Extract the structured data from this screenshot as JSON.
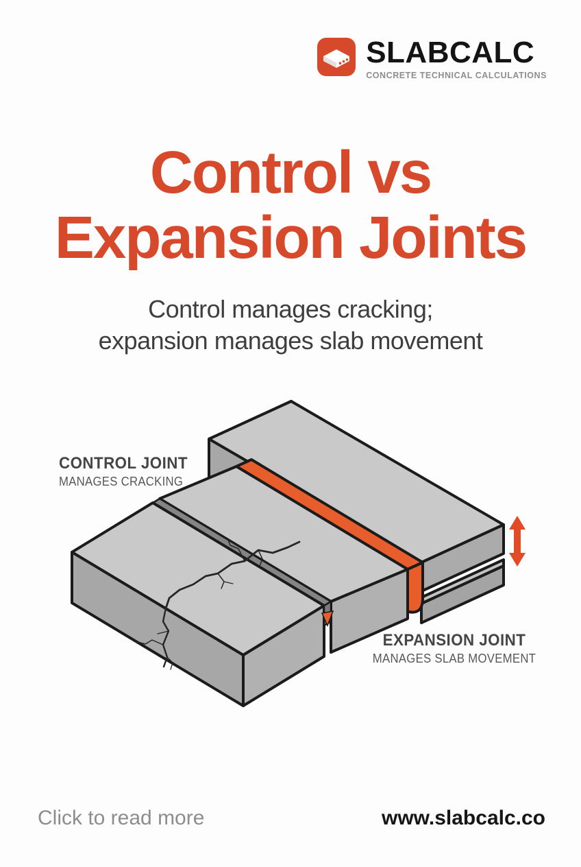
{
  "page": {
    "background_color": "#fdfdfd"
  },
  "header": {
    "brand": "SLABCALC",
    "tagline": "CONCRETE TECHNICAL CALCULATIONS",
    "logo": {
      "icon": "slab-icon",
      "color": "#d7492b"
    }
  },
  "hero": {
    "title_line1": "Control vs",
    "title_line2": "Expansion Joints",
    "title_color": "#d7492b",
    "subtitle_line1": "Control manages cracking;",
    "subtitle_line2": "expansion manages slab movement"
  },
  "diagram": {
    "control_joint_label": "CONTROL JOINT",
    "control_joint_sublabel": "MANAGES CRACKING",
    "expansion_joint_label": "EXPANSION JOINT",
    "expansion_joint_sublabel": "MANAGES SLAB MOVEMENT",
    "movement_arrow_icon": "vertical-double-arrow-icon",
    "colors": {
      "slab_top": "#c9c9c9",
      "slab_front": "#a7a7a7",
      "slab_end": "#b1b1b1",
      "outline": "#1b1b1b",
      "groove_gray": "#848484",
      "joint_filler_orange": "#e75d2c",
      "arrow_orange": "#e14b28"
    }
  },
  "footer": {
    "cta": "Click to read more",
    "website": "www.slabcalc.co"
  }
}
